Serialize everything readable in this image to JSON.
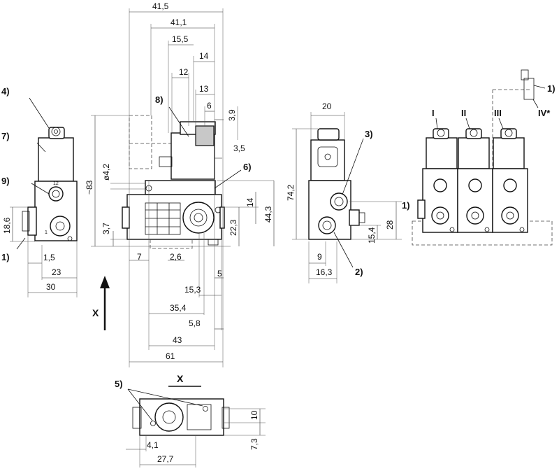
{
  "dimensions": {
    "d41_5": "41,5",
    "d41_1": "41,1",
    "d15_5": "15,5",
    "d14_top": "14",
    "d12": "12",
    "d13": "13",
    "d6": "6",
    "d3_9": "3,9",
    "d3_5": "3,5",
    "d83": "~83",
    "d4_2": "ø4,2",
    "d3_7": "3,7",
    "d14_side": "14",
    "d44_3": "44,3",
    "d22_3": "22,3",
    "d7": "7",
    "d2_6": "2,6",
    "d5": "5",
    "d15_3": "15,3",
    "d35_4": "35,4",
    "d5_8": "5,8",
    "d43": "43",
    "d61": "61",
    "d18_6": "18,6",
    "d1_5": "1,5",
    "d23": "23",
    "d30": "30",
    "d20": "20",
    "d74_2": "74,2",
    "d15_4": "15,4",
    "d28": "28",
    "d9": "9",
    "d16_3": "16,3",
    "d10": "10",
    "d7_3": "7,3",
    "d4_1": "4,1",
    "d27_7": "27,7"
  },
  "callouts": {
    "c4": "4)",
    "c7": "7)",
    "c9": "9)",
    "c1_left": "1)",
    "c8": "8)",
    "c6": "6)",
    "c3": "3)",
    "c2": "2)",
    "c1_right": "1)",
    "c1_top": "1)",
    "c5": "5)"
  },
  "view_labels": {
    "x_side": "X",
    "x_bottom": "X"
  },
  "manifold": {
    "pos1": "I",
    "pos2": "II",
    "pos3": "III",
    "pos4": "IV*"
  },
  "port_marks": {
    "p12": "12",
    "p1": "1"
  }
}
